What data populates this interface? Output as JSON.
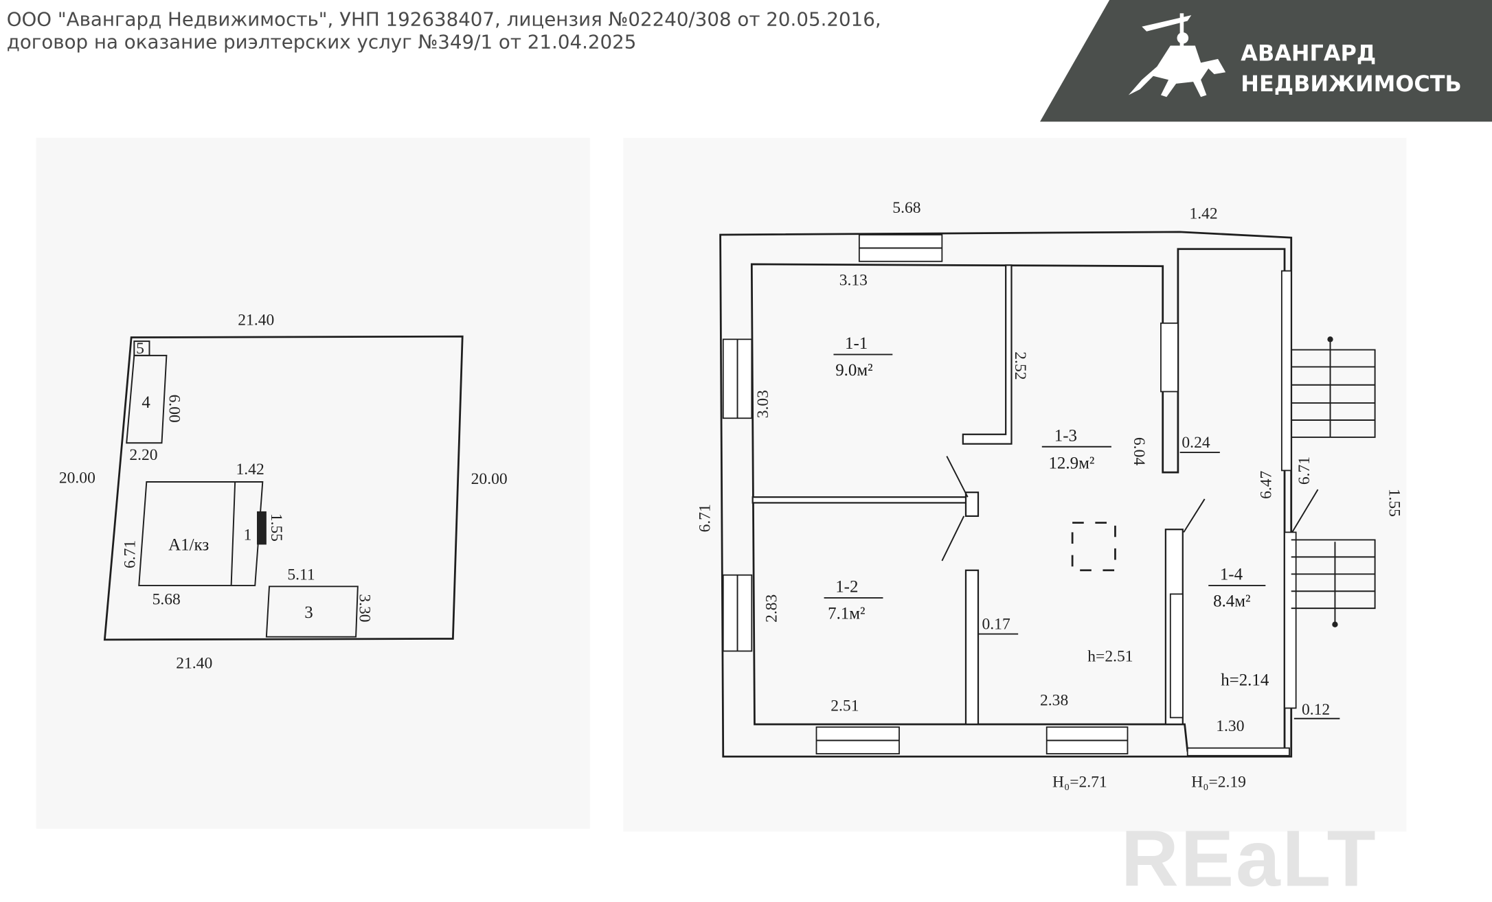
{
  "header": {
    "line1": "ООО \"Авангард Недвижимость\", УНП 192638407, лицензия №02240/308 от 20.05.2016,",
    "line2": "договор на оказание риэлтерских услуг №349/1 от 21.04.2025"
  },
  "logo": {
    "line1": "АВАНГАРД",
    "line2": "НЕДВИЖИМОСТЬ",
    "icon": "knight-on-horse-icon",
    "background": "#4b4f4c"
  },
  "watermark": "REaLT",
  "site_plan": {
    "top": "21.40",
    "bottom": "21.40",
    "left": "20.00",
    "right": "20.00",
    "building_label": "А1/кз",
    "building_width": "5.68",
    "building_depth": "6.71",
    "porch_label": "1",
    "porch_width": "1.42",
    "porch_depth": "1.55",
    "shed3_label": "3",
    "shed3_width": "5.11",
    "shed3_depth": "3.30",
    "shed4_label": "4",
    "shed4_width": "2.20",
    "shed4_depth": "6.00",
    "shed5_label": "5"
  },
  "floor_plan": {
    "dims": {
      "top_main": "5.68",
      "top_porch": "1.42",
      "left_total": "6.71",
      "r11_width": "3.13",
      "r11_depth": "3.03",
      "wall_1_1": "2.52",
      "r13_depth": "6.04",
      "wall_024": "0.24",
      "porch_inner": "6.47",
      "porch_outer": "6.71",
      "stairs": "1.55",
      "r12_depth": "2.83",
      "wall_017": "0.17",
      "r12_width": "2.51",
      "r13_width": "2.38",
      "r14_width": "1.30",
      "wall_012": "0.12"
    },
    "rooms": [
      {
        "id": "1-1",
        "area": "9.0м²"
      },
      {
        "id": "1-2",
        "area": "7.1м²"
      },
      {
        "id": "1-3",
        "area": "12.9м²"
      },
      {
        "id": "1-4",
        "area": "8.4м²"
      }
    ],
    "heights": {
      "main_h": "h=2.51",
      "porch_h": "h=2.14",
      "main_H0": "H₀=2.71",
      "porch_H0": "H₀=2.19"
    }
  }
}
